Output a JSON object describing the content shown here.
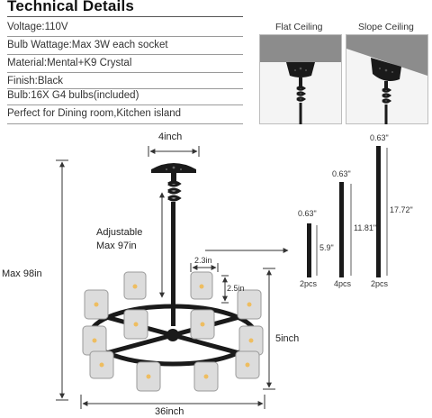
{
  "specs": {
    "title": "Technical Details",
    "rows": [
      "Voltage:110V",
      "Bulb Wattage:Max 3W each socket",
      "Material:Mental+K9 Crystal",
      "Finish:Black",
      "Bulb:16X G4 bulbs(included)",
      "Perfect for Dining room,Kitchen island"
    ]
  },
  "ceiling": {
    "flat_label": "Flat Ceiling",
    "slope_label": "Slope Ceiling"
  },
  "dimensions": {
    "canopy_width": "4inch",
    "adjustable_line1": "Adjustable",
    "adjustable_line2": "Max 97in",
    "max_height": "Max 98in",
    "arm_spacing": "2.3in",
    "shade_height": "2.5in",
    "body_height": "5inch",
    "overall_width": "36inch"
  },
  "rods": [
    {
      "diameter": "0.63\"",
      "length": "5.9\"",
      "qty": "2pcs"
    },
    {
      "diameter": "0.63\"",
      "length": "11.81\"",
      "qty": "4pcs"
    },
    {
      "diameter": "0.63\"",
      "length": "17.72\"",
      "qty": "2pcs"
    }
  ],
  "colors": {
    "metal": "#1a1a1a",
    "crystal": "#d9d9d9"
  }
}
